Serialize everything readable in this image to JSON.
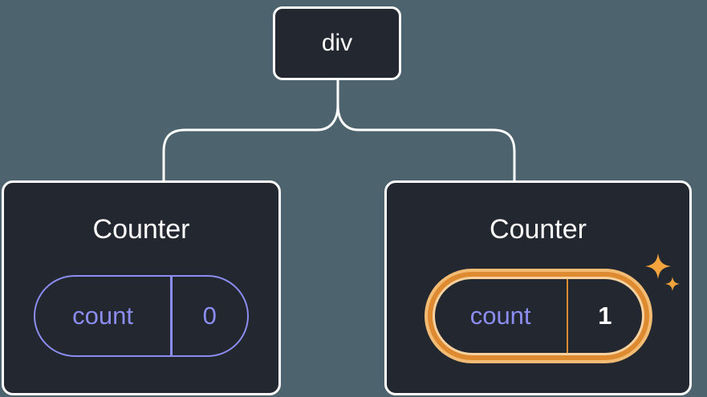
{
  "diagram": {
    "root": {
      "label": "div"
    },
    "children": [
      {
        "title": "Counter",
        "state_key": "count",
        "state_value": "0",
        "highlighted": false
      },
      {
        "title": "Counter",
        "state_key": "count",
        "state_value": "1",
        "highlighted": true
      }
    ]
  },
  "icons": {
    "sparkle": "sparkle-icon"
  },
  "colors": {
    "background": "#4d646e",
    "node_background": "#23272f",
    "node_border": "#ffffff",
    "connector": "#ffffff",
    "state_accent_purple": "#8b8df0",
    "highlight_ring_orange": "#de8a31",
    "highlight_glow_light": "#f3bc74",
    "sparkle_orange": "#f2a33c",
    "text_white": "#ffffff"
  }
}
